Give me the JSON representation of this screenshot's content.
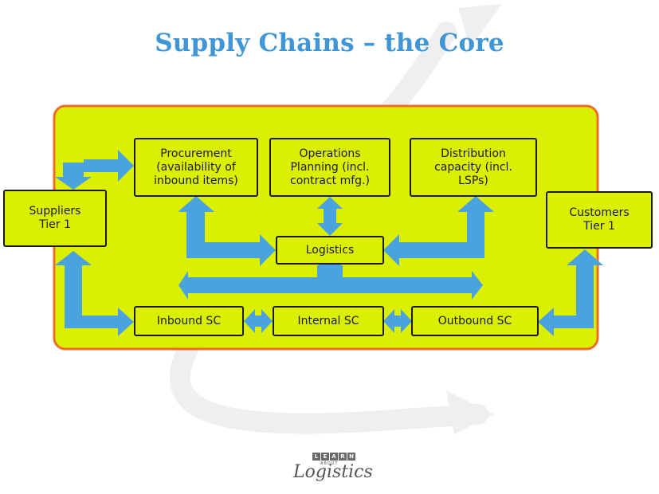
{
  "title": "Supply Chains – the Core",
  "colors": {
    "title": "#3f95d6",
    "frame_fill": "#dbef00",
    "frame_border": "#ef6b2a",
    "box_fill": "#dbef00",
    "box_border": "#1a1a1a",
    "arrow": "#4aa3df",
    "watermark": "#eeeeee"
  },
  "nodes": {
    "suppliers": "Suppliers\nTier 1",
    "customers": "Customers\nTier 1",
    "procurement": "Procurement\n(availability of\ninbound items)",
    "operations": "Operations\nPlanning (incl.\ncontract mfg.)",
    "distribution": "Distribution\ncapacity (incl.\nLSPs)",
    "logistics": "Logistics",
    "inbound": "Inbound SC",
    "internal": "Internal SC",
    "outbound": "Outbound SC"
  },
  "logo": {
    "tiles": [
      "L",
      "E",
      "A",
      "R",
      "N"
    ],
    "about": "ABOUT",
    "word": "ogistics",
    "initial": "L"
  }
}
